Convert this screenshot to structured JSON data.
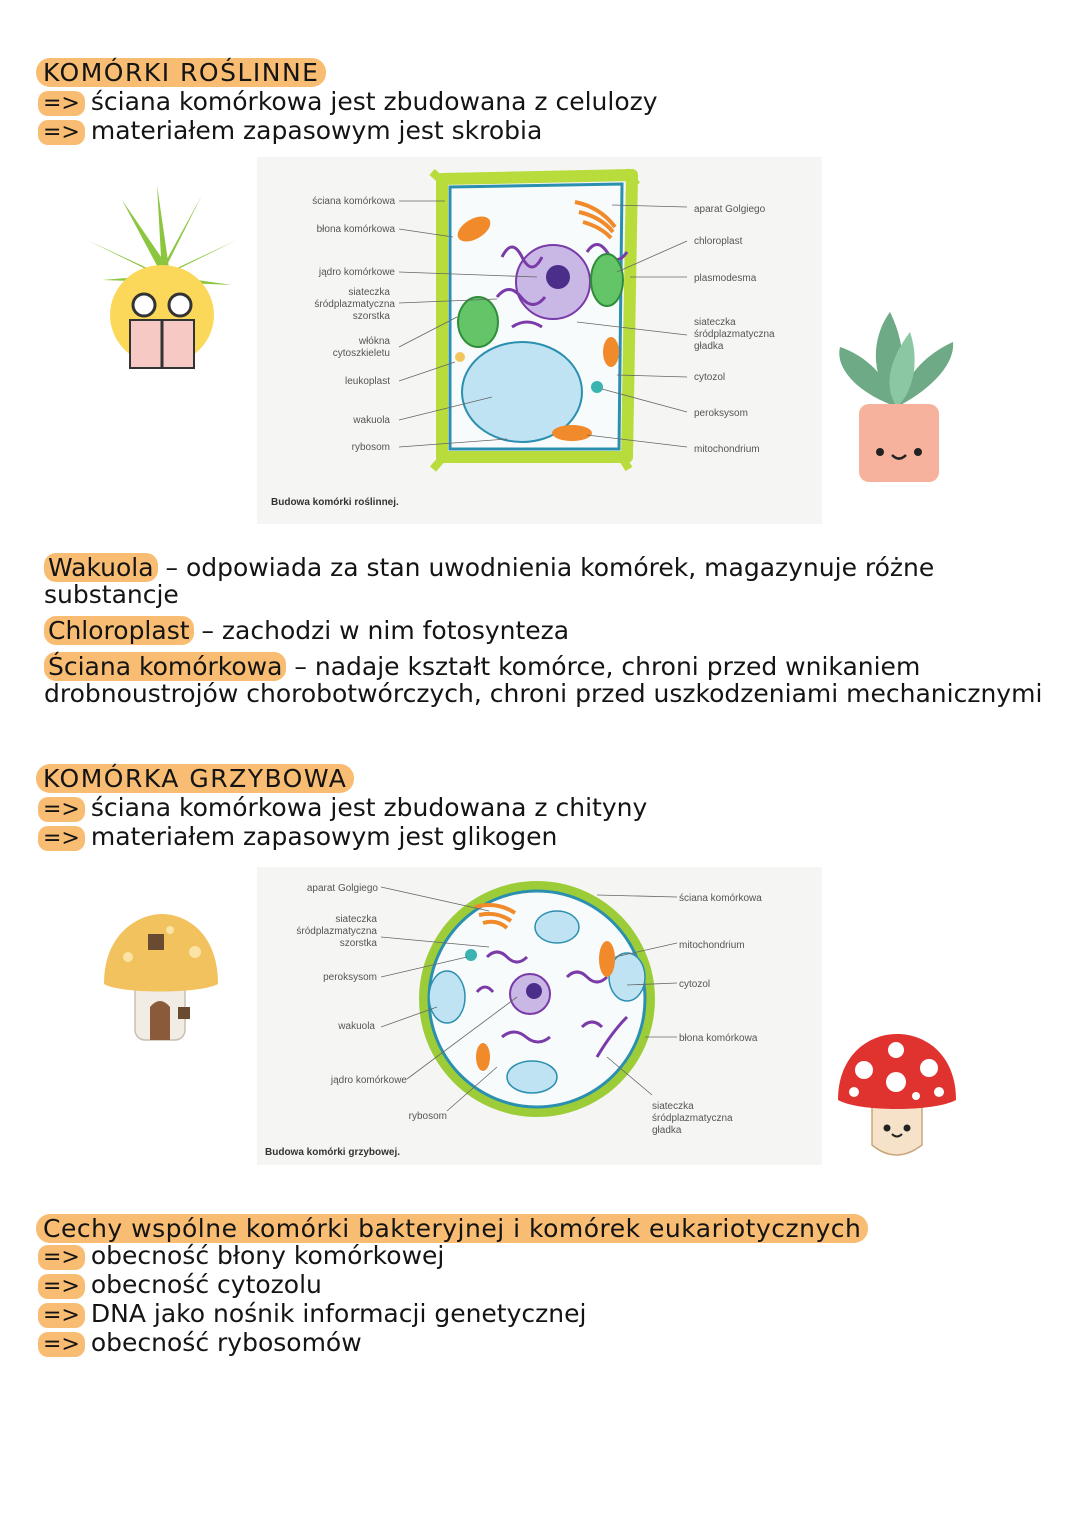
{
  "plant_section": {
    "heading": "KOMÓRKI ROŚLINNE",
    "arrow": "=>",
    "bullets": [
      "ściana komórkowa jest zbudowana z celulozy",
      "materiałem zapasowym jest skrobia"
    ]
  },
  "plant_figure": {
    "caption": "Budowa komórki roślinnej.",
    "labels_left": [
      "ściana komórkowa",
      "błona komórkowa",
      "jądro komórkowe",
      "siateczka",
      "śródplazmatyczna",
      "szorstka",
      "włókna",
      "cytoszkieletu",
      "leukoplast",
      "wakuola",
      "rybosom"
    ],
    "labels_right": [
      "aparat Golgiego",
      "chloroplast",
      "plasmodesma",
      "siateczka",
      "śródplazmatyczna",
      "gładka",
      "cytozol",
      "peroksysom",
      "mitochondrium"
    ]
  },
  "definitions": [
    {
      "term": "Wakuola",
      "text": " – odpowiada za stan uwodnienia komórek, magazynuje różne substancje"
    },
    {
      "term": "Chloroplast",
      "text": " – zachodzi w nim fotosynteza"
    },
    {
      "term": "Ściana komórkowa",
      "text": " – nadaje kształt komórce, chroni przed wnikaniem drobnoustrojów chorobotwórczych, chroni przed uszkodzeniami mechanicznymi"
    }
  ],
  "fungal_section": {
    "heading": "KOMÓRKA GRZYBOWA",
    "arrow": "=>",
    "bullets": [
      "ściana komórkowa jest zbudowana z chityny",
      "materiałem zapasowym jest glikogen"
    ]
  },
  "fungal_figure": {
    "caption": "Budowa komórki grzybowej.",
    "labels_left": [
      "aparat Golgiego",
      "siateczka",
      "śródplazmatyczna",
      "szorstka",
      "peroksysom",
      "wakuola",
      "jądro komórkowe",
      "rybosom"
    ],
    "labels_right": [
      "ściana komórkowa",
      "mitochondrium",
      "cytozol",
      "błona komórkowa",
      "siateczka",
      "śródplazmatyczna",
      "gładka"
    ]
  },
  "common_section": {
    "heading": "Cechy wspólne komórki bakteryjnej i komórek eukariotycznych",
    "arrow": "=>",
    "bullets": [
      "obecność błony komórkowej",
      "obecność cytozolu",
      "DNA jako nośnik informacji genetycznej",
      "obecność rybosomów"
    ]
  },
  "colors": {
    "highlight": "#f8bd72",
    "plant_wall": "#b7dc3c",
    "fungal_wall": "#9ccd38",
    "vacuole": "#bfe3f2",
    "nucleus": "#9a82c8",
    "er": "#7a3aa8"
  },
  "icons": [
    "plant-pot-reading-icon",
    "succulent-pot-icon",
    "mushroom-house-icon",
    "red-mushroom-icon"
  ]
}
